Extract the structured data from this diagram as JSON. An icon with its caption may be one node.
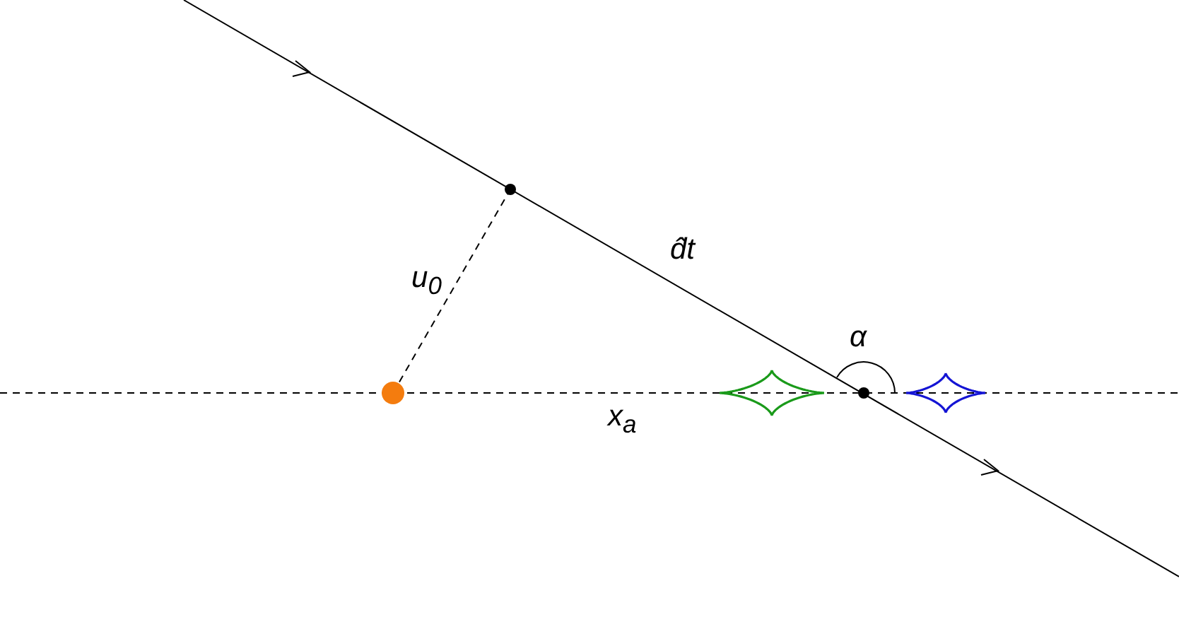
{
  "diagram": {
    "labels": [
      "u$_{0}$",
      "d̂t",
      "α",
      "x$_{a}$"
    ]
  }
}
